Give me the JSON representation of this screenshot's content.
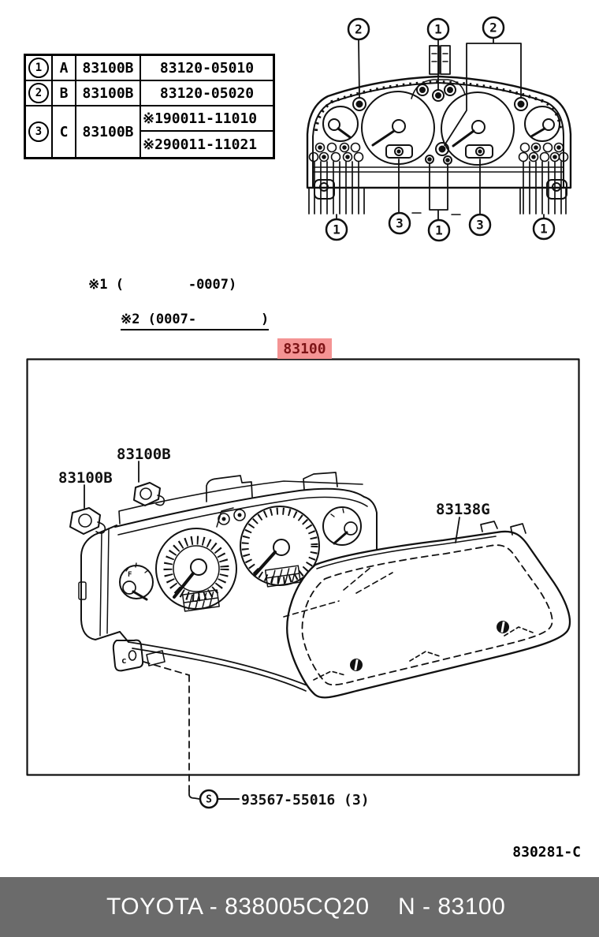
{
  "table": {
    "rows": [
      {
        "callout": "1",
        "variant": "A",
        "code": "83100B",
        "part_number": "83120-05010"
      },
      {
        "callout": "2",
        "variant": "B",
        "code": "83100B",
        "part_number": "83120-05020"
      },
      {
        "callout": "3",
        "variant": "C",
        "code": "83100B",
        "part_number_early": "※190011-11010",
        "part_number_late": "※290011-11021"
      }
    ]
  },
  "notes": {
    "line1": "※1 (        -0007)",
    "line2": "※2 (0007-        )"
  },
  "highlight": {
    "part_number": "83100",
    "bg": "#f49494",
    "fg": "#7d1416"
  },
  "callouts": {
    "top": [
      "2",
      "1",
      "2"
    ],
    "bottom": [
      "1",
      "3",
      "1",
      "3",
      "1"
    ]
  },
  "main_diagram": {
    "labels": {
      "bulb_top": "83100B",
      "bulb_left": "83100B",
      "lens": "83138G",
      "tab_letter": "c",
      "fuel_letter": "F"
    },
    "screw": {
      "symbol": "S",
      "part_number": "93567-55016 (3)"
    }
  },
  "figure_code": "830281-C",
  "footer": {
    "left": "TOYOTA - 838005CQ20",
    "right": "N - 83100",
    "bg": "#6b6b6b",
    "fg": "#ffffff"
  },
  "line_color": "#111111"
}
